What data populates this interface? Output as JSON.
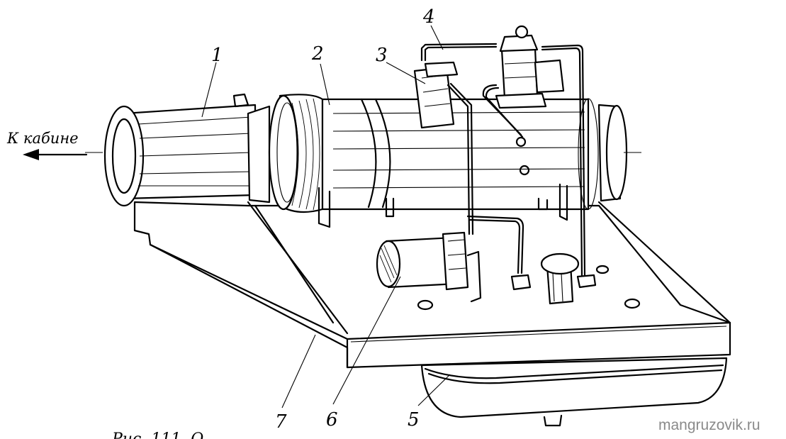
{
  "figure": {
    "direction_label": "К кабине",
    "caption_partial": "Рис. 111. О",
    "watermark": "mangruzovik.ru",
    "callouts": [
      {
        "id": "1",
        "text": "1"
      },
      {
        "id": "2",
        "text": "2"
      },
      {
        "id": "3",
        "text": "3"
      },
      {
        "id": "4",
        "text": "4"
      },
      {
        "id": "5",
        "text": "5"
      },
      {
        "id": "6",
        "text": "6"
      },
      {
        "id": "7",
        "text": "7"
      }
    ]
  },
  "colors": {
    "ink": "#000000",
    "paper": "#ffffff",
    "watermark": "#8a8a8a"
  }
}
